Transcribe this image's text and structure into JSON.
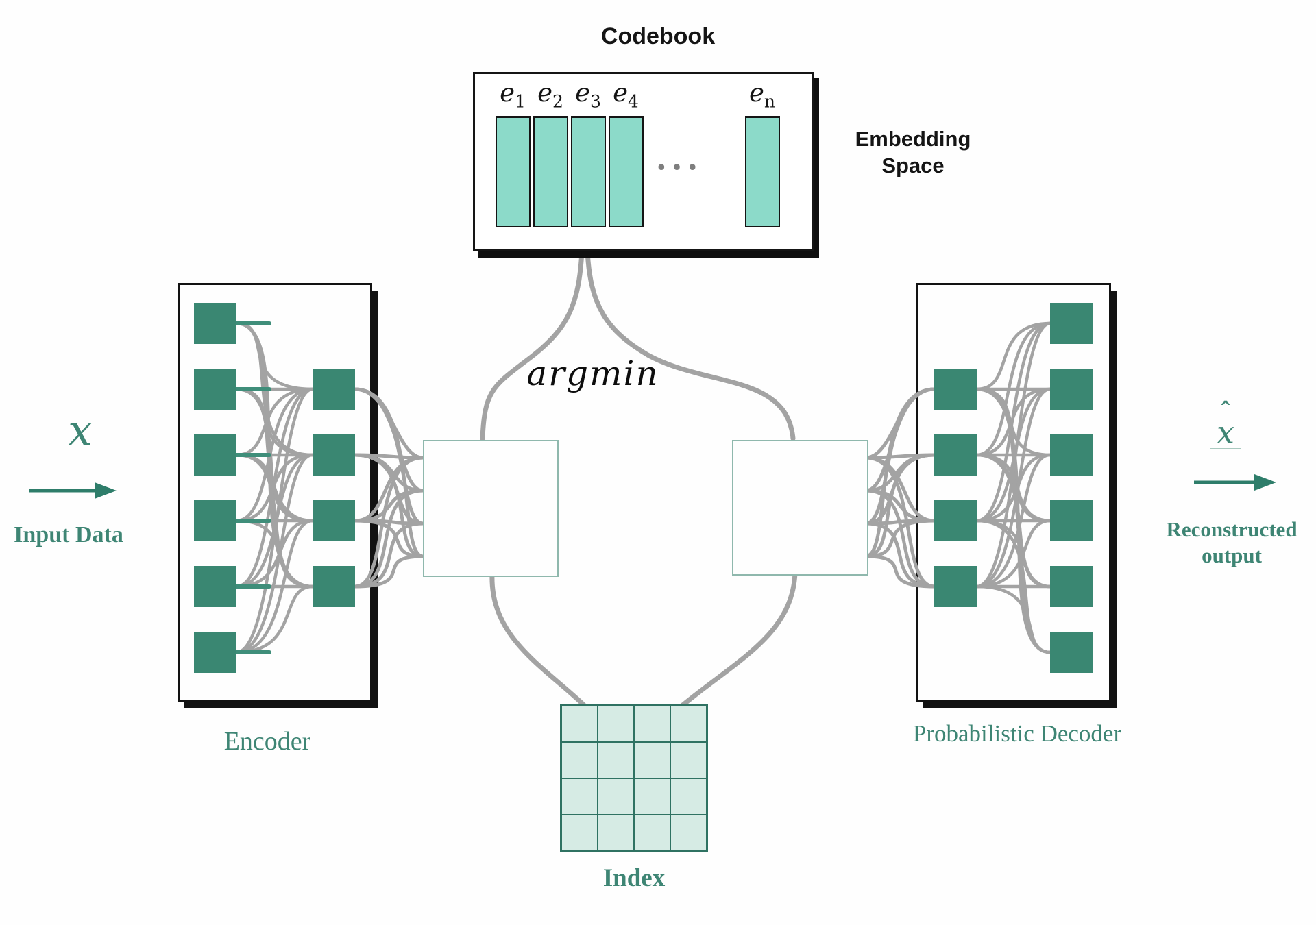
{
  "codebook": {
    "title": "Codebook",
    "embedding_labels": [
      {
        "base": "e",
        "sub": "1"
      },
      {
        "base": "e",
        "sub": "2"
      },
      {
        "base": "e",
        "sub": "3"
      },
      {
        "base": "e",
        "sub": "4"
      },
      {
        "base": "e",
        "sub": "n"
      }
    ],
    "ellipsis": "•••",
    "embedding_space_lines": [
      "Embedding",
      "Space"
    ]
  },
  "encoder": {
    "label": "Encoder",
    "outer_nodes": 6,
    "inner_nodes": 4
  },
  "decoder": {
    "label": "Probabilistic Decoder",
    "inner_nodes": 4,
    "outer_nodes": 6
  },
  "quantization": {
    "argmin_label": "argmin"
  },
  "input": {
    "symbol": "x",
    "label": "Input Data"
  },
  "output": {
    "symbol": "x",
    "hat": "ˆ",
    "label_lines": [
      "Reconstructed",
      "output"
    ]
  },
  "index": {
    "label": "Index",
    "rows": 4,
    "cols": 4
  },
  "colors": {
    "ink": "#151515",
    "teal_text": "#3E8574",
    "arrow_teal": "#2E7D6A",
    "node_green": "#3A8772",
    "bar_teal": "#8CDAC9",
    "index_fill": "#D6EBE4",
    "index_line": "#2F7262",
    "curve_gray": "#A3A3A3"
  }
}
